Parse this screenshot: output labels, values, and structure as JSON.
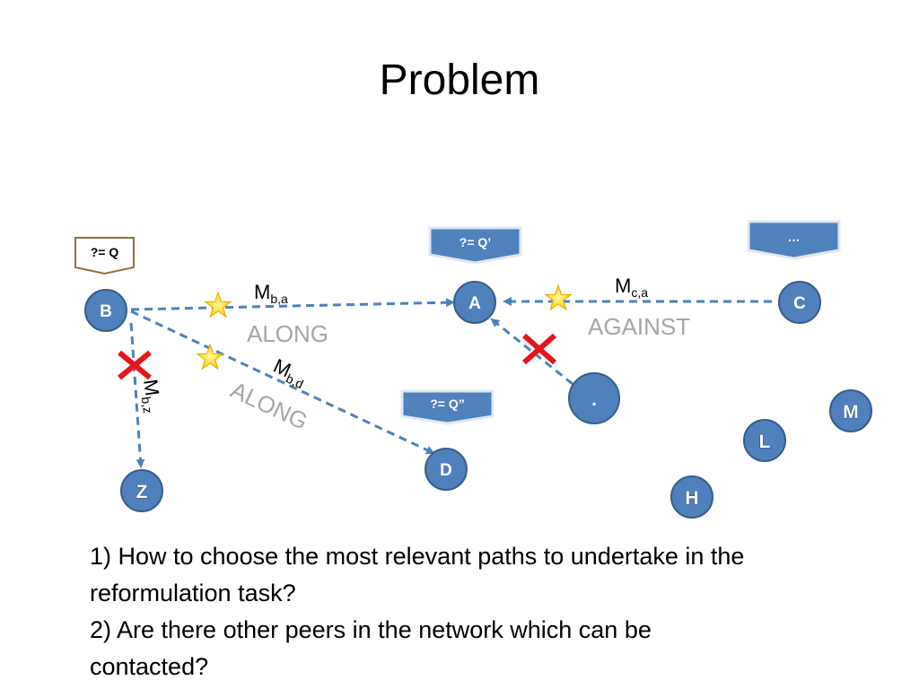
{
  "title": "Problem",
  "colors": {
    "node_fill": "#4f81bd",
    "node_stroke": "#385d8a",
    "edge": "#4f81bd",
    "blocked": "#e8141b",
    "star": "#ffd800",
    "direction_text": "#a6a6a6",
    "query_box_gold": "#8b7340"
  },
  "nodes": {
    "B": "B",
    "A": "A",
    "C": "C",
    "D": "D",
    "Z": "Z",
    "dot": ".",
    "M": "M",
    "L": "L",
    "H": "H"
  },
  "queries": {
    "b": "?= Q",
    "a": "?= Q’",
    "d": "?= Q”",
    "c": "…"
  },
  "edges": {
    "ba": {
      "main": "M",
      "sub": "b,a"
    },
    "bd": {
      "main": "M",
      "sub": "b,d"
    },
    "bz": {
      "main": "M",
      "sub": "b,z"
    },
    "ca": {
      "main": "M",
      "sub": "c,a"
    }
  },
  "directions": {
    "ba": "ALONG",
    "bd": "ALONG",
    "ca": "AGAINST"
  },
  "icons": {
    "star": "star-icon",
    "cross": "cross-icon"
  },
  "questions": [
    "1) How to choose the most relevant paths to undertake in the reformulation task?",
    "2) Are there other peers in the network which can be contacted?"
  ]
}
